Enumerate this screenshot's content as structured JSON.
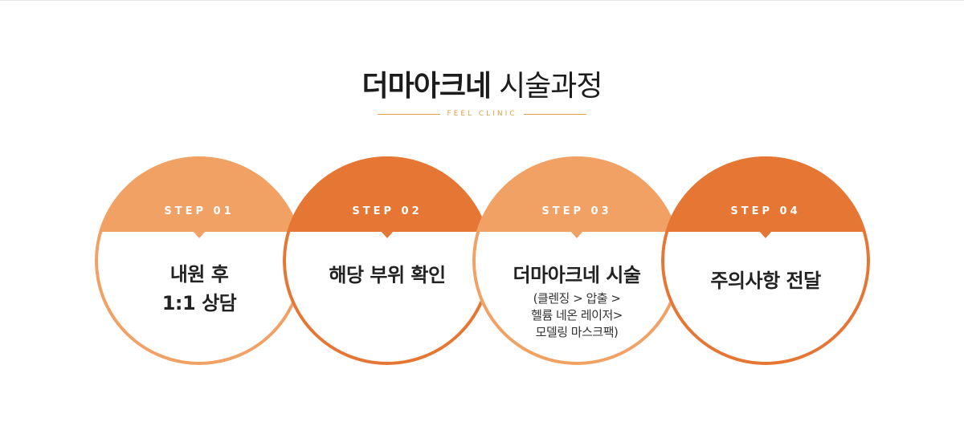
{
  "header": {
    "title_strong": "더마아크네",
    "title_light": "시술과정",
    "subtitle": "FEEL CLINIC"
  },
  "colors": {
    "accent_light": "#f2a164",
    "accent_dark": "#e67634",
    "gold": "#d9a24b"
  },
  "steps": [
    {
      "label": "STEP 01",
      "title_line1": "내원 후",
      "title_line2": "1:1 상담"
    },
    {
      "label": "STEP 02",
      "title_line1": "해당 부위 확인"
    },
    {
      "label": "STEP 03",
      "title_line1": "더마아크네 시술",
      "desc_line1": "(클렌징 > 압출 >",
      "desc_line2": "헬륨 네온 레이저>",
      "desc_line3": "모델링 마스크팩)"
    },
    {
      "label": "STEP 04",
      "title_line1": "주의사항 전달"
    }
  ]
}
